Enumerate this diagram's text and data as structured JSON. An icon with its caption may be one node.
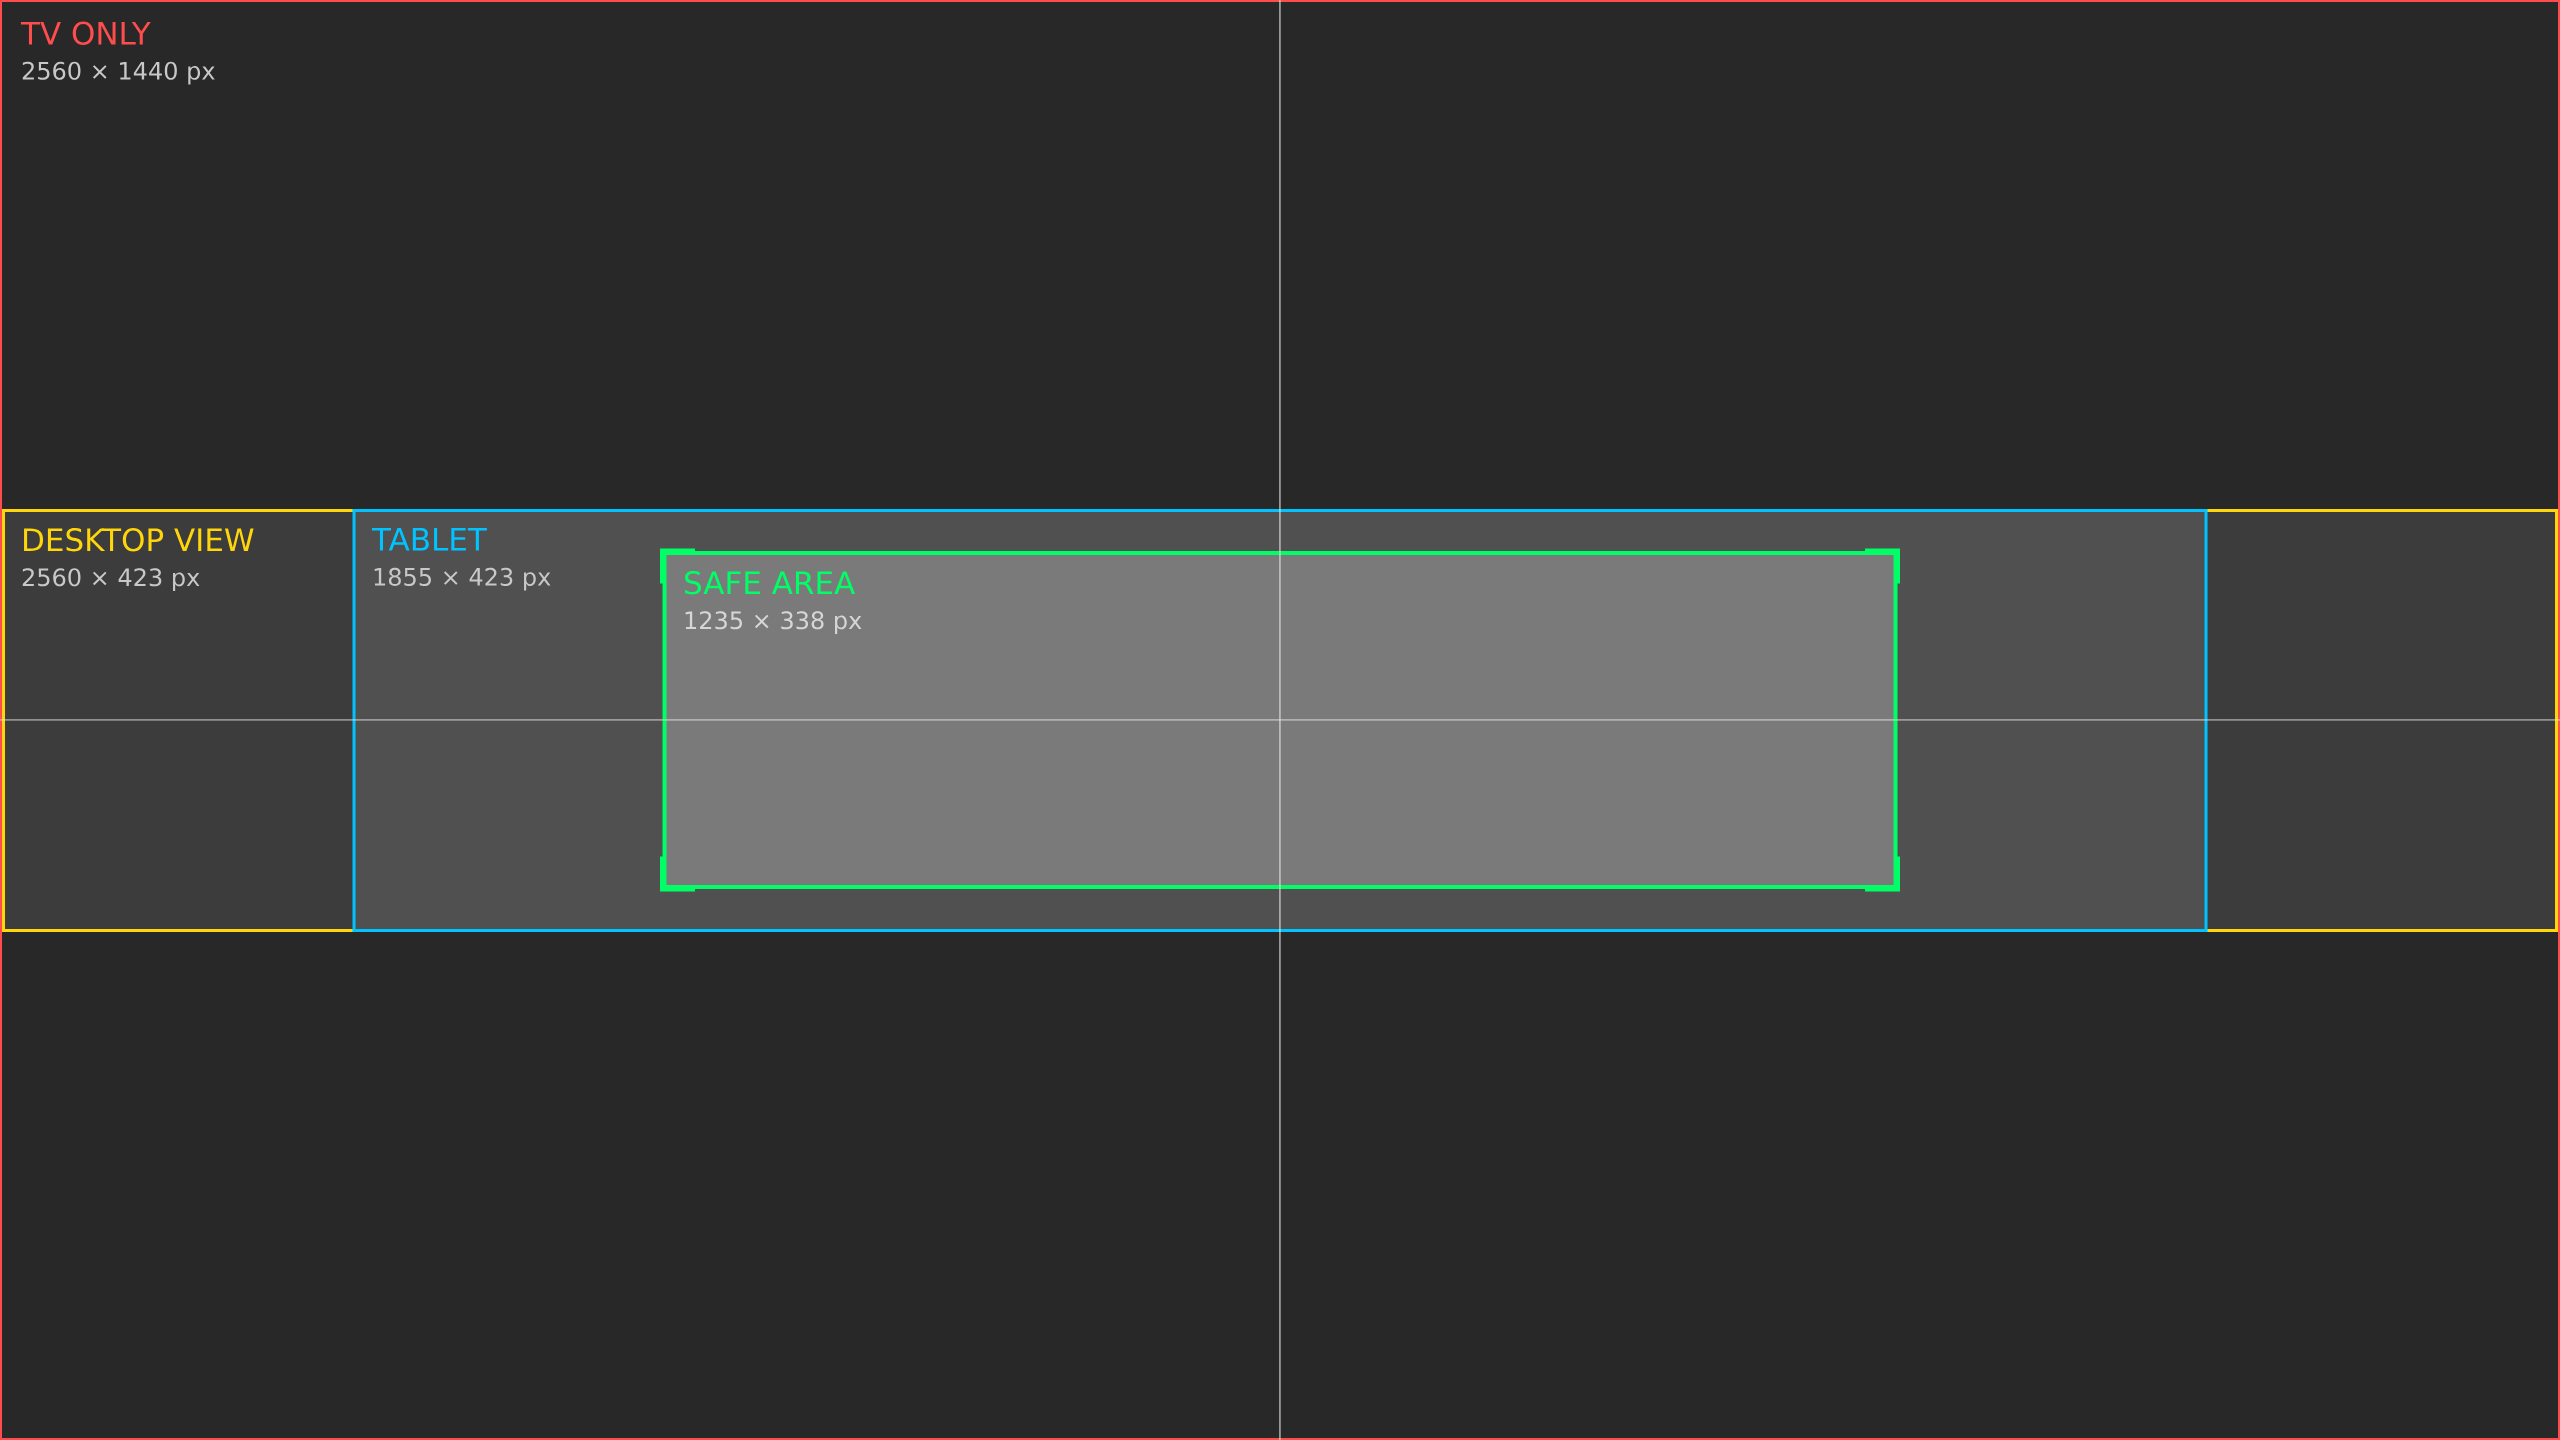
{
  "diagram": {
    "nodes": [
      {
        "text": [
          "TV ONLY",
          "2560 × 1440 px"
        ]
      },
      {
        "text": [
          "DESKTOP VIEW",
          "2560 × 423 px"
        ],
        "in": 0
      },
      {
        "text": [
          "TABLET",
          "1855 × 423 px"
        ],
        "in": 1
      },
      {
        "text": [
          "SAFE AREA",
          "1235 × 338 px"
        ],
        "in": 2
      }
    ]
  }
}
